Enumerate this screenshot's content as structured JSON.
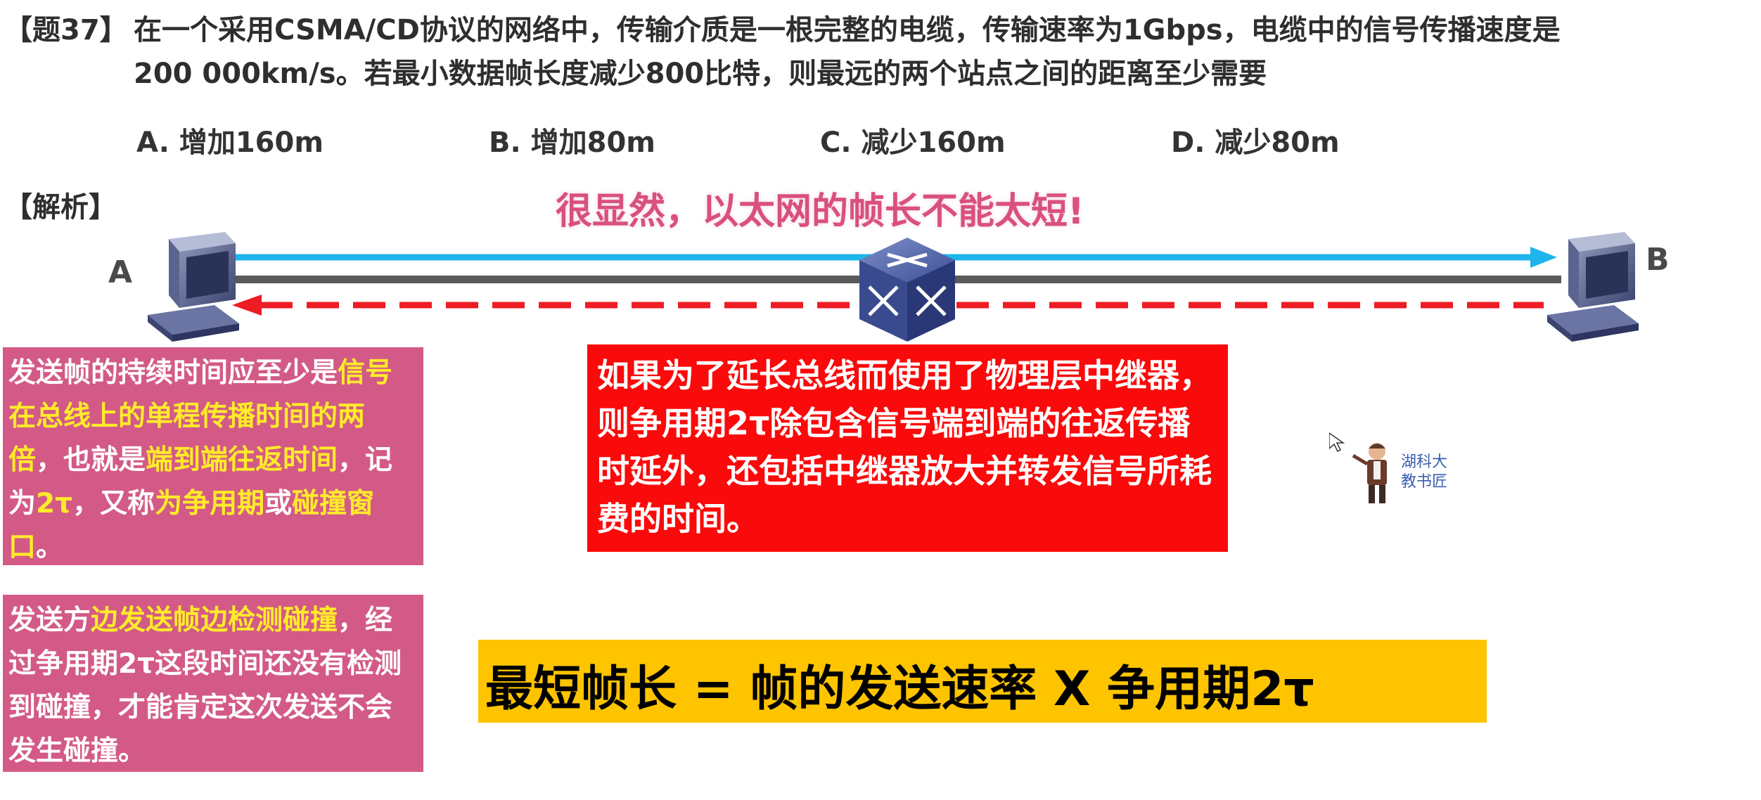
{
  "question": {
    "tag": "【题37】",
    "line1": "在一个采用CSMA/CD协议的网络中，传输介质是一根完整的电缆，传输速率为1Gbps，电缆中的信号传播速度是",
    "line2": "200 000km/s。若最小数据帧长度减少800比特，则最远的两个站点之间的距离至少需要"
  },
  "options": [
    "A. 增加160m",
    "B. 增加80m",
    "C. 减少160m",
    "D. 减少80m"
  ],
  "analysis_label": "【解析】",
  "headline": "很显然，以太网的帧长不能太短!",
  "nodes": {
    "left": "A",
    "right": "B"
  },
  "box_left_top": [
    {
      "t": "发送帧的持续时间应至少是",
      "h": false
    },
    {
      "t": "信号在总线上的单程传播时间的两倍",
      "h": true
    },
    {
      "t": "，也就是",
      "h": false
    },
    {
      "t": "端到端往返时间",
      "h": true
    },
    {
      "t": "，记为",
      "h": false
    },
    {
      "t": "2τ",
      "h": true
    },
    {
      "t": "，又称",
      "h": false
    },
    {
      "t": "为争用期",
      "h": true
    },
    {
      "t": "或",
      "h": false
    },
    {
      "t": "碰撞窗口",
      "h": true
    },
    {
      "t": "。",
      "h": false
    }
  ],
  "box_left_bottom": [
    {
      "t": "发送方",
      "h": false
    },
    {
      "t": "边发送帧边检测碰撞",
      "h": true
    },
    {
      "t": "，经过争用期2τ这段时间还没有检测到碰撞，才能肯定这次发送不会发生碰撞。",
      "h": false
    }
  ],
  "red_box": "如果为了延长总线而使用了物理层中继器，则争用期2τ除包含信号端到端的往返传播时延外，还包括中继器放大并转发信号所耗费的时间。",
  "formula": "最短帧长 = 帧的发送速率 X 争用期2τ",
  "logo": {
    "line1": "湖科大",
    "line2": "教书匠"
  },
  "colors": {
    "pink_box": "#d35a86",
    "highlight_yellow": "#ffeb2a",
    "red_box": "#fa0a0a",
    "formula_bg": "#fec400",
    "forward_arrow": "#1eb4ec",
    "return_arrow": "#ee1c24",
    "bus": "#5a5a5a"
  }
}
